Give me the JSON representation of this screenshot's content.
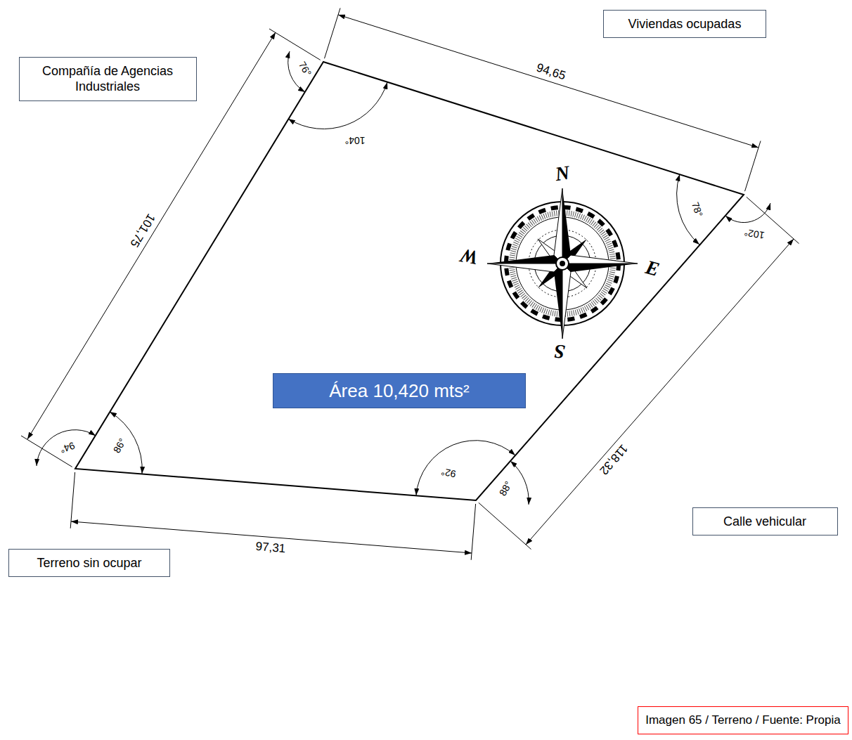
{
  "diagram": {
    "nodes": [
      {
        "text": [
          "Viviendas ocupadas"
        ]
      },
      {
        "text": [
          "Compañía de Agencias Industriales"
        ]
      },
      {
        "text": [
          "Área 10,420 mts²"
        ]
      },
      {
        "text": [
          "Calle vehicular"
        ]
      },
      {
        "text": [
          "Terreno sin ocupar"
        ]
      },
      {
        "text": [
          "Imagen 65 / Terreno / Fuente: Propia"
        ]
      }
    ],
    "labels": [
      "94,65",
      "76°",
      "104°",
      "101,75",
      "78°",
      "102°",
      "N",
      "W",
      "E",
      "S",
      "86°",
      "94°",
      "118,32",
      "92°",
      "88°",
      "97,31"
    ]
  }
}
